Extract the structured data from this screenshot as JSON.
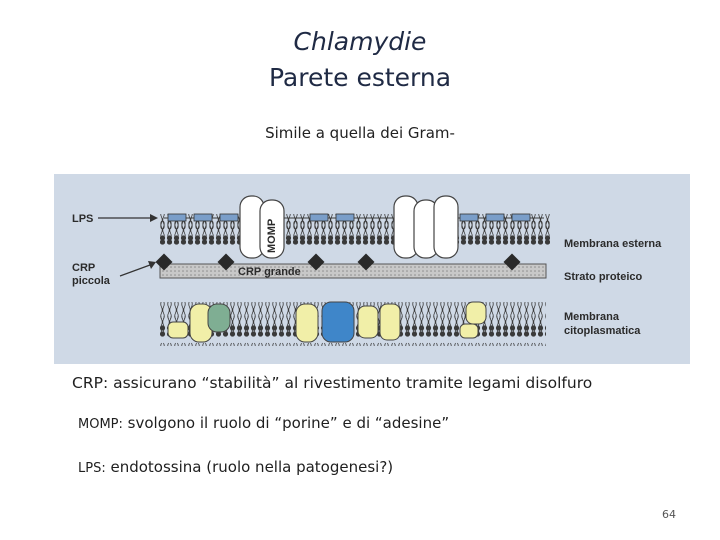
{
  "slide": {
    "title_line1": "Chlamydie",
    "title_line2": "Parete esterna",
    "subtitle": "Simile a quella dei Gram-",
    "page_number": "64"
  },
  "figure": {
    "labels": {
      "lps": "LPS",
      "crp_small_1": "CRP",
      "crp_small_2": "piccola",
      "momp": "MOMP",
      "crp_large": "CRP grande",
      "outer_membrane": "Membrana esterna",
      "protein_layer": "Strato proteico",
      "cyto_membrane_1": "Membrana",
      "cyto_membrane_2": "citoplasmatica"
    },
    "colors": {
      "background": "#cfd9e6",
      "lipid": "#3a3a3a",
      "lps_block": "#7a9ec9",
      "protein_layer": "#c8c8c8",
      "crp_small": "#2a2a2a",
      "porin": "#ffffff",
      "protein_yellow": "#f1efa8",
      "protein_green": "#7fae93",
      "protein_blue": "#3f86c9"
    }
  },
  "bullets": {
    "crp": "CRP: assicurano “stabilità” al rivestimento tramite legami disolfuro",
    "momp_key": "MOMP:",
    "momp_text": " svolgono il ruolo di “porine” e di “adesine”",
    "lps_key": "LPS:",
    "lps_text": " endotossina (ruolo nella patogenesi?)"
  }
}
